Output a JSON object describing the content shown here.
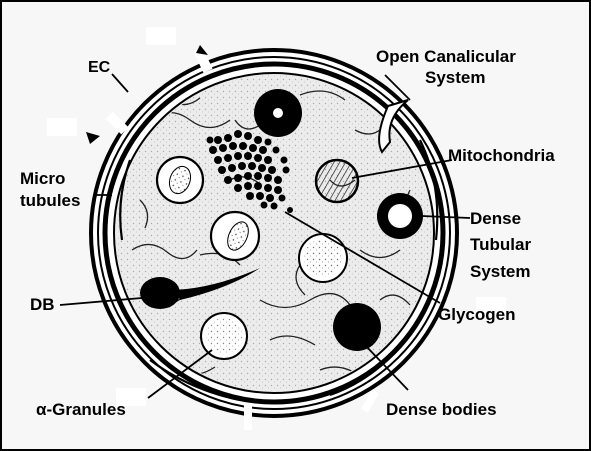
{
  "labels": {
    "ec": "EC",
    "ocs_line1": "Open Canalicular",
    "ocs_line2": "System",
    "mitochondria": "Mitochondria",
    "micro_line1": "Micro",
    "micro_line2": "tubules",
    "dts_line1": "Dense",
    "dts_line2": "Tubular",
    "dts_line3": "System",
    "db": "DB",
    "glycogen": "Glycogen",
    "alpha_granules": "α-Granules",
    "dense_bodies": "Dense  bodies"
  },
  "colors": {
    "ink": "#000000",
    "background": "#f7f7f7",
    "cytoplasm": "#ececec",
    "granule_fill": "#d9d9d9"
  }
}
